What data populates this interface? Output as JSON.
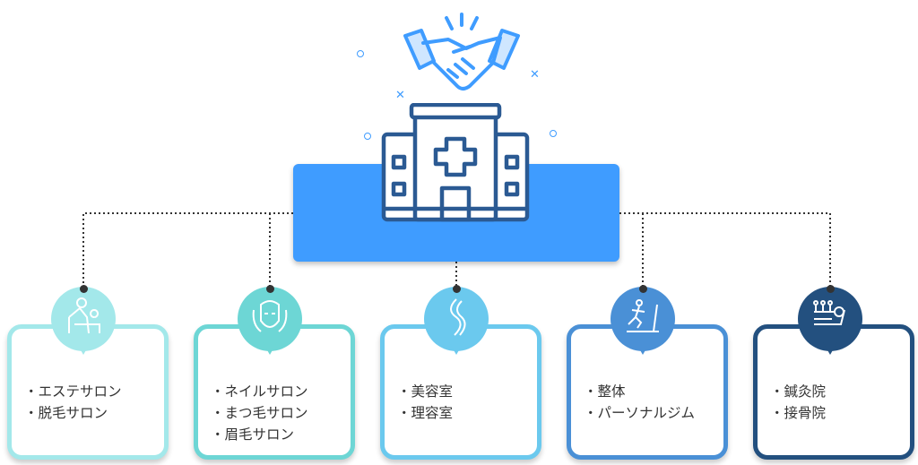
{
  "colors": {
    "center": "#3f9cff",
    "c1": "#a3e8ea",
    "c2": "#6dd6d5",
    "c3": "#6bc9ee",
    "c4": "#4a90d6",
    "c5": "#23507f"
  },
  "categories": [
    {
      "icon": "massage-icon",
      "items": [
        "エステサロン",
        "脱毛サロン"
      ]
    },
    {
      "icon": "face-care-icon",
      "items": [
        "ネイルサロン",
        "まつ毛サロン",
        "眉毛サロン"
      ]
    },
    {
      "icon": "hair-icon",
      "items": [
        "美容室",
        "理容室"
      ]
    },
    {
      "icon": "treadmill-icon",
      "items": [
        "整体",
        "パーソナルジム"
      ]
    },
    {
      "icon": "acupuncture-icon",
      "items": [
        "鍼灸院",
        "接骨院"
      ]
    }
  ]
}
